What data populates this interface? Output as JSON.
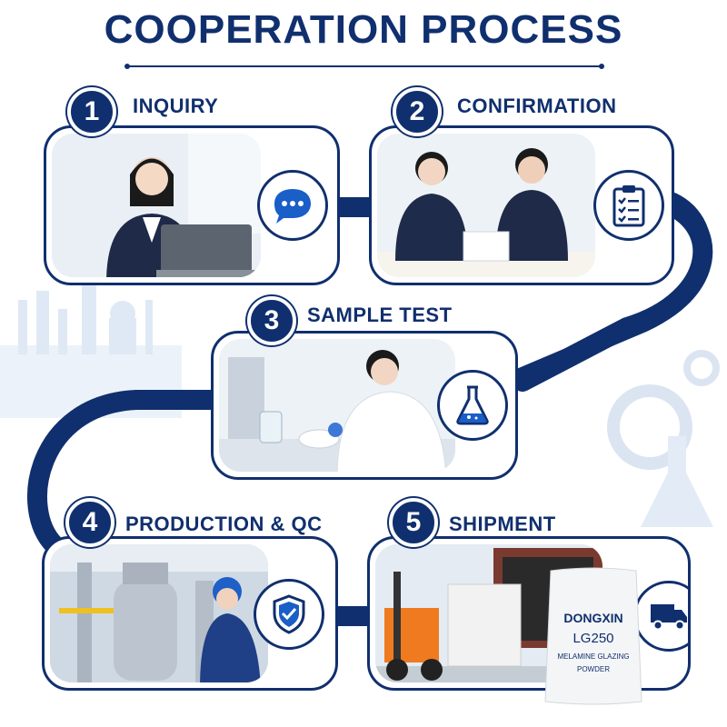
{
  "title": "COOPERATION PROCESS",
  "steps": [
    {
      "number": "1",
      "label": "INQUIRY",
      "icon": "chat-bubble-icon"
    },
    {
      "number": "2",
      "label": "CONFIRMATION",
      "icon": "clipboard-checklist-icon"
    },
    {
      "number": "3",
      "label": "SAMPLE TEST",
      "icon": "flask-icon"
    },
    {
      "number": "4",
      "label": "PRODUCTION & QC",
      "icon": "shield-check-icon"
    },
    {
      "number": "5",
      "label": "SHIPMENT",
      "icon": "truck-icon"
    }
  ],
  "product_bag": {
    "brand": "DONGXIN",
    "model": "LG250",
    "line1": "MELAMINE GLAZING",
    "line2": "POWDER"
  },
  "colors": {
    "primary": "#102f6e",
    "light_blue": "#dde8f5",
    "background": "#ffffff"
  }
}
